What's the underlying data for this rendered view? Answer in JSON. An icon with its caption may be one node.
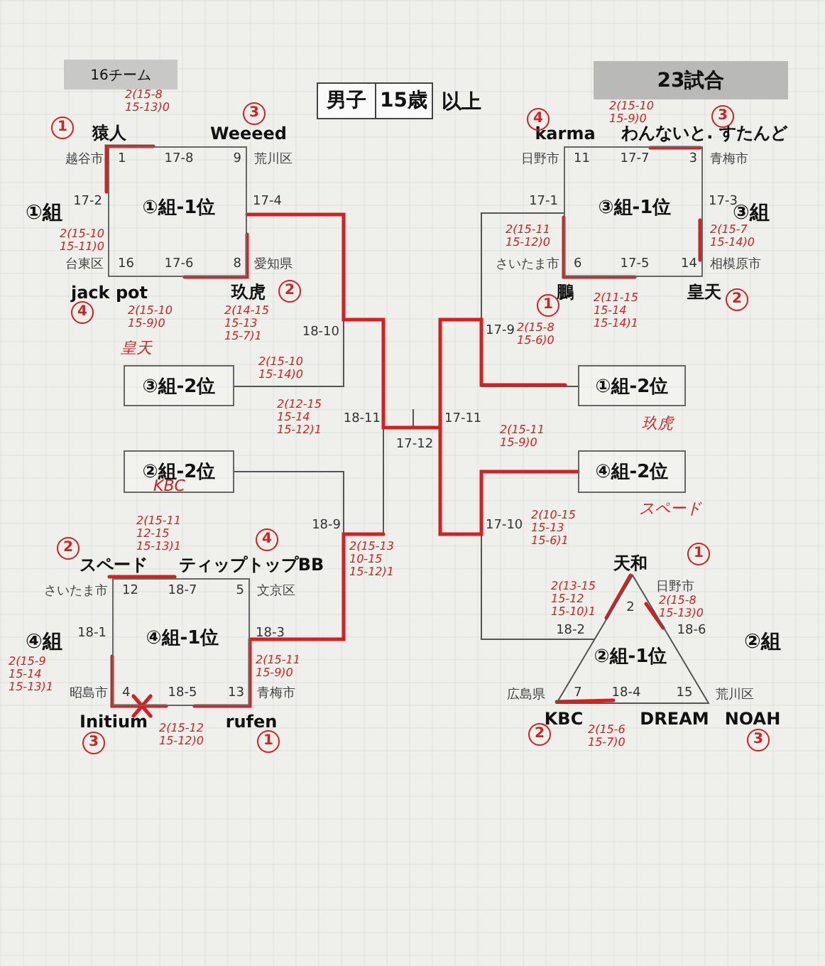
{
  "diagram": {
    "nodes": [
      {
        "text": [
          "16チーム"
        ]
      },
      {
        "text": [
          "男子",
          "15歳"
        ],
        "beside": [
          "以上"
        ]
      },
      {
        "text": [
          "23試合"
        ]
      },
      {
        "text": [
          "1",
          "17-8",
          "9",
          "①組-1位",
          "16",
          "17-6",
          "8"
        ],
        "beside": [
          "猿人",
          "Weeeed",
          "越谷市",
          "荒川区",
          "17-2",
          "17-4",
          "台東区",
          "愛知県",
          "jack pot",
          "玖虎"
        ]
      },
      {
        "text": [
          "11",
          "17-7",
          "3",
          "③組-1位",
          "6",
          "17-5",
          "14"
        ],
        "beside": [
          "karma",
          "わんないと. すたんど",
          "日野市",
          "青梅市",
          "17-1",
          "17-3",
          "さいたま市",
          "相模原市",
          "鵬",
          "皇天"
        ]
      },
      {
        "text": [
          "③組-2位"
        ]
      },
      {
        "text": [
          "①組-2位"
        ]
      },
      {
        "text": [
          "②組-2位"
        ]
      },
      {
        "text": [
          "④組-2位"
        ]
      },
      {
        "text": [
          "12",
          "18-7",
          "5",
          "④組-1位",
          "4",
          "18-5",
          "13"
        ],
        "beside": [
          "スペード",
          "ティップトップBB",
          "さいたま市",
          "文京区",
          "18-1",
          "18-3",
          "昭島市",
          "青梅市",
          "Initium",
          "rufen"
        ]
      },
      {
        "text": [
          "2",
          "②組-1位",
          "7",
          "18-4",
          "15"
        ],
        "beside": [
          "天和",
          "日野市",
          "18-2",
          "18-6",
          "広島県",
          "荒川区",
          "KBC",
          "DREAM",
          "NOAH"
        ]
      }
    ],
    "edges": [
      {
        "from": 3,
        "to": 5,
        "arrow": "none"
      },
      {
        "from": 7,
        "to": 9,
        "arrow": "none"
      },
      {
        "from": 4,
        "to": 6,
        "arrow": "none"
      },
      {
        "from": 8,
        "to": 10,
        "arrow": "none"
      }
    ],
    "labels": [
      "①組",
      "③組",
      "④組",
      "②組",
      "18-10",
      "18-11",
      "17-12",
      "17-11",
      "17-9",
      "18-9",
      "17-10",
      "1",
      "2(15-8 15-13)0",
      "3",
      "4",
      "2(15-10 15-9)0",
      "3",
      "2(15-10 15-11)0",
      "2(15-10 15-9)0",
      "4",
      "2",
      "2(14-15 15-13 15-7)1",
      "2(15-11 15-12)0",
      "2(15-7 15-14)0",
      "1",
      "2(11-15 15-14 15-14)1",
      "2",
      "皇天",
      "2(15-10 15-14)0",
      "2(12-15 15-14 15-12)1",
      "KBC",
      "2(15-8 15-6)0",
      "玖虎",
      "2(15-11 15-9)0",
      "スペード",
      "2(10-15 15-13 15-6)1",
      "2",
      "4",
      "2(15-11 12-15 15-13)1",
      "2(15-13 10-15 15-12)1",
      "2(15-9 15-14 15-13)1",
      "2(15-11 15-9)0",
      "3",
      "2(15-12 15-12)0",
      "1",
      "1",
      "2(13-15 15-12 15-10)1",
      "2(15-8 15-13)0",
      "2",
      "2(15-6 15-7)0",
      "3"
    ]
  }
}
